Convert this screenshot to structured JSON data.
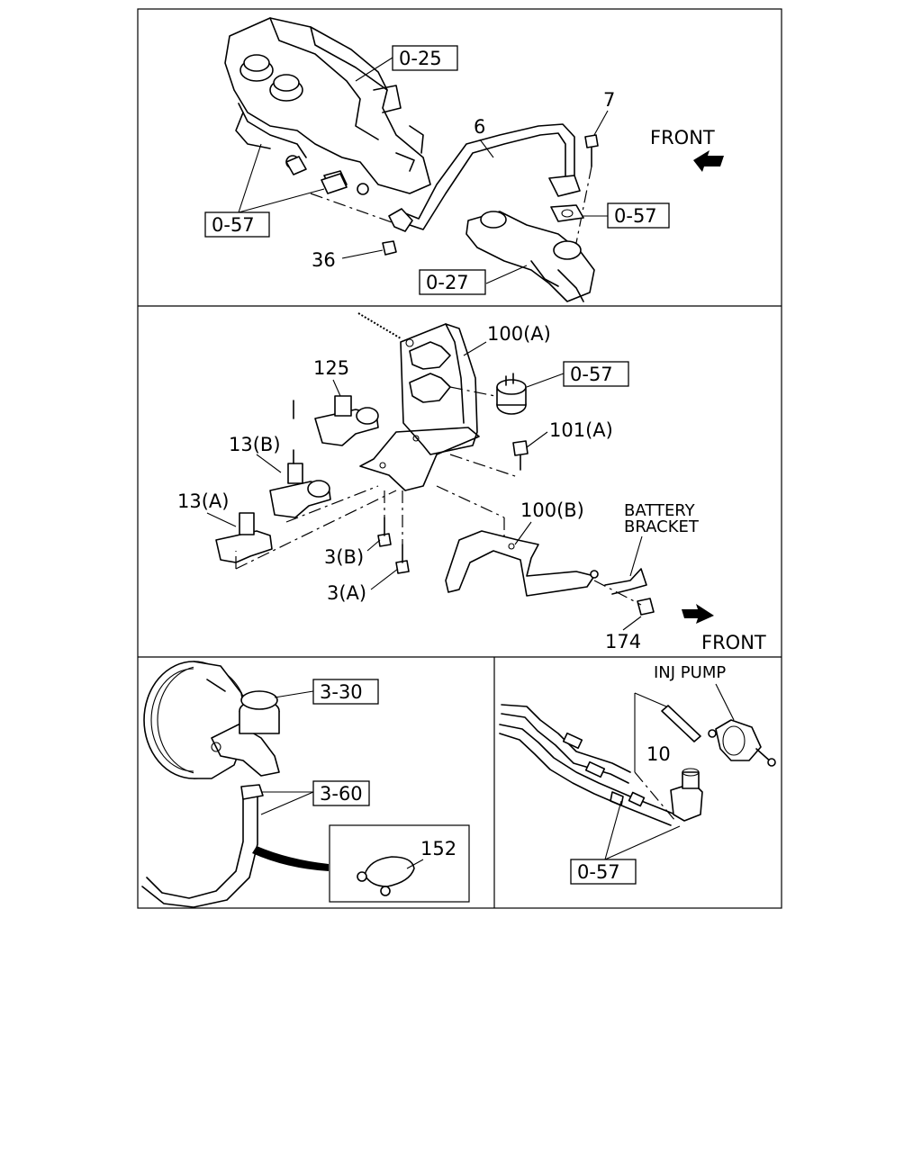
{
  "panels": {
    "top": {
      "refs": {
        "r_0_25": "0-25",
        "r_7": "7",
        "r_6": "6",
        "front": "FRONT",
        "r_0_57_left": "0-57",
        "r_0_57_right": "0-57",
        "r_36": "36",
        "r_0_27": "0-27"
      }
    },
    "middle": {
      "refs": {
        "r_100a": "100(A)",
        "r_125": "125",
        "r_0_57": "0-57",
        "r_101a": "101(A)",
        "r_13b": "13(B)",
        "r_13a": "13(A)",
        "r_100b": "100(B)",
        "battery_line1": "BATTERY",
        "battery_line2": "BRACKET",
        "r_3b": "3(B)",
        "r_3a": "3(A)",
        "r_174": "174",
        "front": "FRONT"
      }
    },
    "bottom_left": {
      "refs": {
        "r_3_30": "3-30",
        "r_3_60": "3-60",
        "r_152": "152"
      }
    },
    "bottom_right": {
      "refs": {
        "inj_pump": "INJ PUMP",
        "r_10": "10",
        "r_0_57": "0-57"
      }
    }
  }
}
